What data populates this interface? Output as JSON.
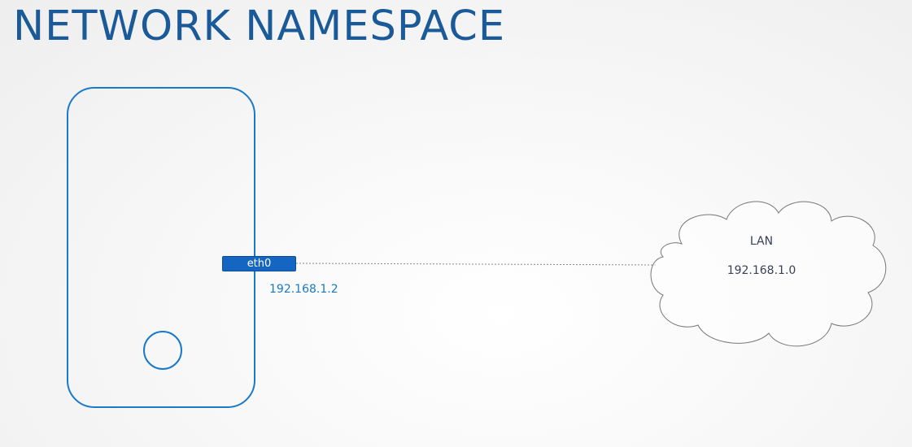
{
  "title": "NETWORK NAMESPACE",
  "host": {
    "interface": {
      "name": "eth0",
      "ip": "192.168.1.2"
    }
  },
  "lan": {
    "label": "LAN",
    "network": "192.168.1.0"
  },
  "icons": {
    "host": "host-box-icon",
    "home_button": "circle-icon",
    "lan": "cloud-icon"
  },
  "colors": {
    "title": "#1a5a98",
    "host_outline": "#1a79c9",
    "interface_fill": "#1466c2",
    "ip_text": "#1a79c9",
    "cloud_outline": "#777777",
    "cloud_text": "#3a3f5a"
  }
}
